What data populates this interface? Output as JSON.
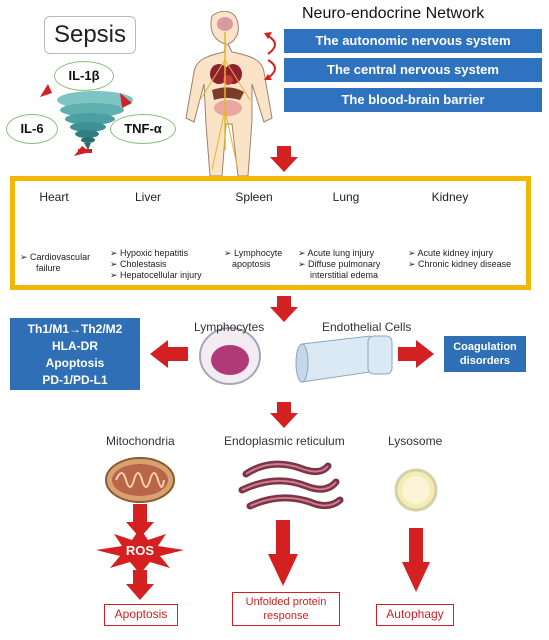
{
  "sepsis": {
    "title": "Sepsis",
    "cytokines": [
      "IL-1β",
      "IL-6",
      "TNF-α"
    ]
  },
  "neuro": {
    "title": "Neuro-endocrine Network",
    "items": [
      "The autonomic nervous system",
      "The central nervous system",
      "The blood-brain barrier"
    ]
  },
  "organs": [
    {
      "name": "Heart",
      "lines": [
        "➢ Cardiovascular",
        "failure"
      ]
    },
    {
      "name": "Liver",
      "lines": [
        "➢ Hypoxic hepatitis",
        "➢ Cholestasis",
        "➢ Hepatocellular injury"
      ]
    },
    {
      "name": "Spleen",
      "lines": [
        "➢ Lymphocyte",
        "apoptosis"
      ]
    },
    {
      "name": "Lung",
      "lines": [
        "➢ Acute lung injury",
        "➢ Diffuse pulmonary",
        "interstitial edema"
      ]
    },
    {
      "name": "Kidney",
      "lines": [
        "➢ Acute kidney injury",
        "➢ Chronic kidney disease"
      ]
    }
  ],
  "immune": {
    "lymphocytes_label": "Lymphocytes",
    "endothelial_label": "Endothelial Cells",
    "left_box": [
      "Th1/M1→Th2/M2",
      "HLA-DR",
      "Apoptosis",
      "PD-1/PD-L1"
    ],
    "right_box": [
      "Coagulation",
      "disorders"
    ]
  },
  "organelles": {
    "mitochondria_label": "Mitochondria",
    "er_label": "Endoplasmic reticulum",
    "lysosome_label": "Lysosome",
    "ros": "ROS",
    "outcomes": {
      "apoptosis": "Apoptosis",
      "upr": [
        "Unfolded protein",
        "response"
      ],
      "autophagy": "Autophagy"
    }
  },
  "colors": {
    "arrow_red": "#d42020",
    "blue": "#2f72c0",
    "frame_yellow": "#f2b705",
    "cytokine_green": "#8cc07e",
    "organ_red": "#a8324a",
    "cell_pink": "#b03a78"
  }
}
